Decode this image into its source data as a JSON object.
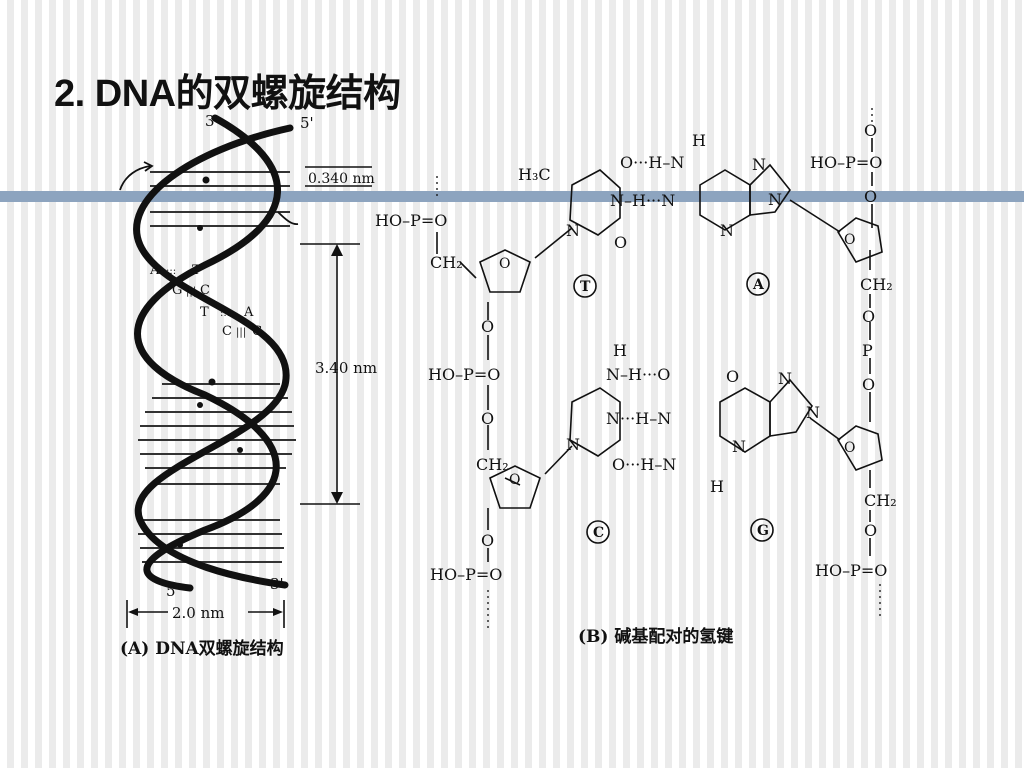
{
  "slide": {
    "title": "2. DNA的双螺旋结构"
  },
  "helix_panel": {
    "end_top_left": "3",
    "end_top_right": "5'",
    "end_bottom_left": "5'",
    "end_bottom_right": "3'",
    "rise_label": "0.340 nm",
    "pitch_label": "3.40 nm",
    "width_label": "2.0 nm",
    "pairs": [
      {
        "left": "A",
        "right": "T"
      },
      {
        "left": "G",
        "right": "C"
      },
      {
        "left": "T",
        "right": "A"
      },
      {
        "left": "C",
        "right": "G"
      }
    ],
    "caption": "(A) DNA双螺旋结构"
  },
  "pairing_panel": {
    "phosphate": "HO–P=O",
    "ch2": "CH₂",
    "oxygen": "O",
    "phosphorus": "P",
    "h3c": "H₃C",
    "ring_n": "N",
    "h": "H",
    "base_t": "T",
    "base_a": "A",
    "base_c": "C",
    "base_g": "G",
    "hbond_1": "O···H–N",
    "hbond_2": "N–H···N",
    "hbond_3": "N–H···O",
    "hbond_4": "N···H–N",
    "hbond_5": "O···H–N",
    "caption": "(B) 碱基配对的氢键"
  },
  "colors": {
    "rule": "#8da4bf",
    "ink": "#111111"
  }
}
